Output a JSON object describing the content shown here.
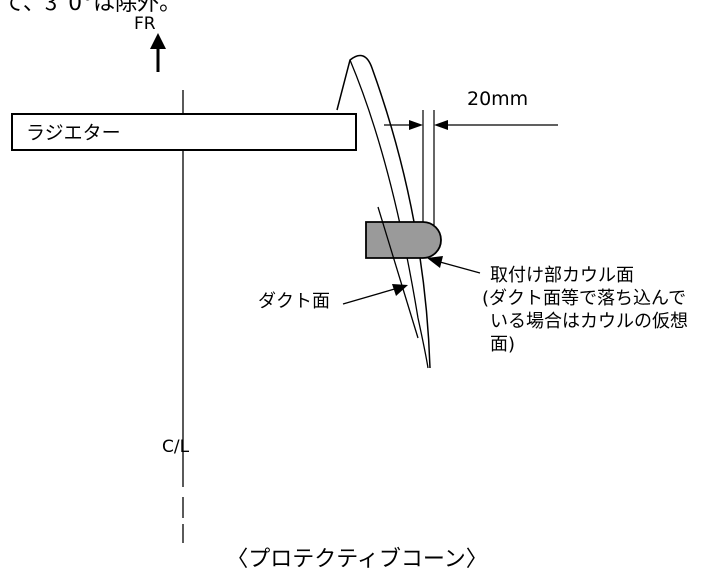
{
  "header_text": "て、3ﾟ0°は除外。",
  "forward_label": "FR",
  "radiator_label": "ラジエター",
  "dimension_label": "20mm",
  "cowl_note_lines": [
    "取付け部カウル面",
    "(ダクト面等で落ち込んで",
    "いる場合はカウルの仮想",
    "面)"
  ],
  "duct_label": "ダクト面",
  "centerline_label": "C/L",
  "caption": "〈プロテクティブコーン〉",
  "colors": {
    "ink": "#000000",
    "radiator_fill": "#ffffff",
    "duct_fill": "#9a9a9a"
  }
}
